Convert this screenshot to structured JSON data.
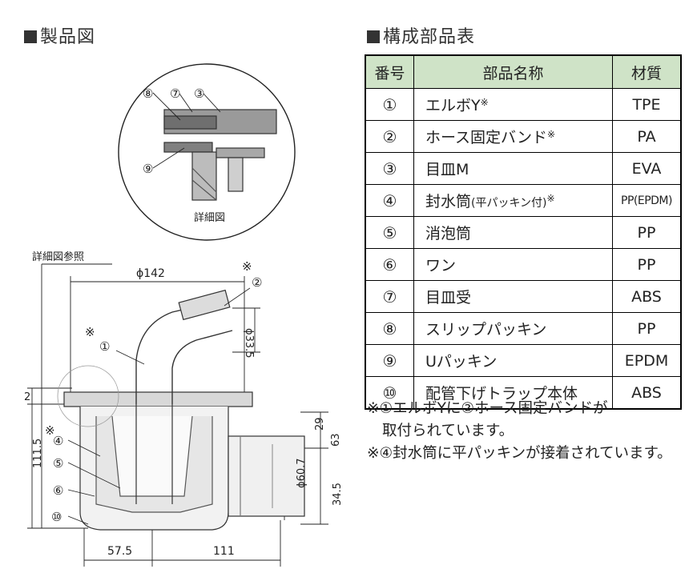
{
  "left_heading": "製品図",
  "right_heading": "構成部品表",
  "table": {
    "headers": [
      "番号",
      "部品名称",
      "材質"
    ],
    "rows": [
      {
        "no": "①",
        "name": "エルボY",
        "mark": "※",
        "suffix": "",
        "material": "TPE"
      },
      {
        "no": "②",
        "name": "ホース固定バンド",
        "mark": "※",
        "suffix": "",
        "material": "PA"
      },
      {
        "no": "③",
        "name": "目皿M",
        "mark": "",
        "suffix": "",
        "material": "EVA"
      },
      {
        "no": "④",
        "name": "封水筒",
        "mark": "※",
        "suffix": "(平パッキン付)",
        "material": "PP(EPDM)"
      },
      {
        "no": "⑤",
        "name": "消泡筒",
        "mark": "",
        "suffix": "",
        "material": "PP"
      },
      {
        "no": "⑥",
        "name": "ワン",
        "mark": "",
        "suffix": "",
        "material": "PP"
      },
      {
        "no": "⑦",
        "name": "目皿受",
        "mark": "",
        "suffix": "",
        "material": "ABS"
      },
      {
        "no": "⑧",
        "name": "スリップパッキン",
        "mark": "",
        "suffix": "",
        "material": "PP"
      },
      {
        "no": "⑨",
        "name": "Uパッキン",
        "mark": "",
        "suffix": "",
        "material": "EPDM"
      },
      {
        "no": "⑩",
        "name": "配管下げトラップ本体",
        "mark": "",
        "suffix": "",
        "material": "ABS"
      }
    ]
  },
  "notes": [
    "※①エルボYに②ホース固定バンドが",
    "取付られています。",
    "※④封水筒に平パッキンが接着されています。"
  ],
  "drawing": {
    "detail_caption": "詳細図",
    "detail_ref": "詳細図参照",
    "detail_callouts": [
      "⑧",
      "⑦",
      "③",
      "⑨"
    ],
    "asterisk": "※",
    "dims": {
      "dia142": "ϕ142",
      "dia33": "ϕ33.5",
      "dia60": "ϕ60.7",
      "d2": "2",
      "d111": "111.5",
      "d29": "29",
      "d63": "63",
      "d34": "34.5",
      "d57": "57.5",
      "d111b": "111"
    },
    "callouts": {
      "c1": "①",
      "c2": "②",
      "c4": "④",
      "c5": "⑤",
      "c6": "⑥",
      "c10": "⑩"
    }
  }
}
